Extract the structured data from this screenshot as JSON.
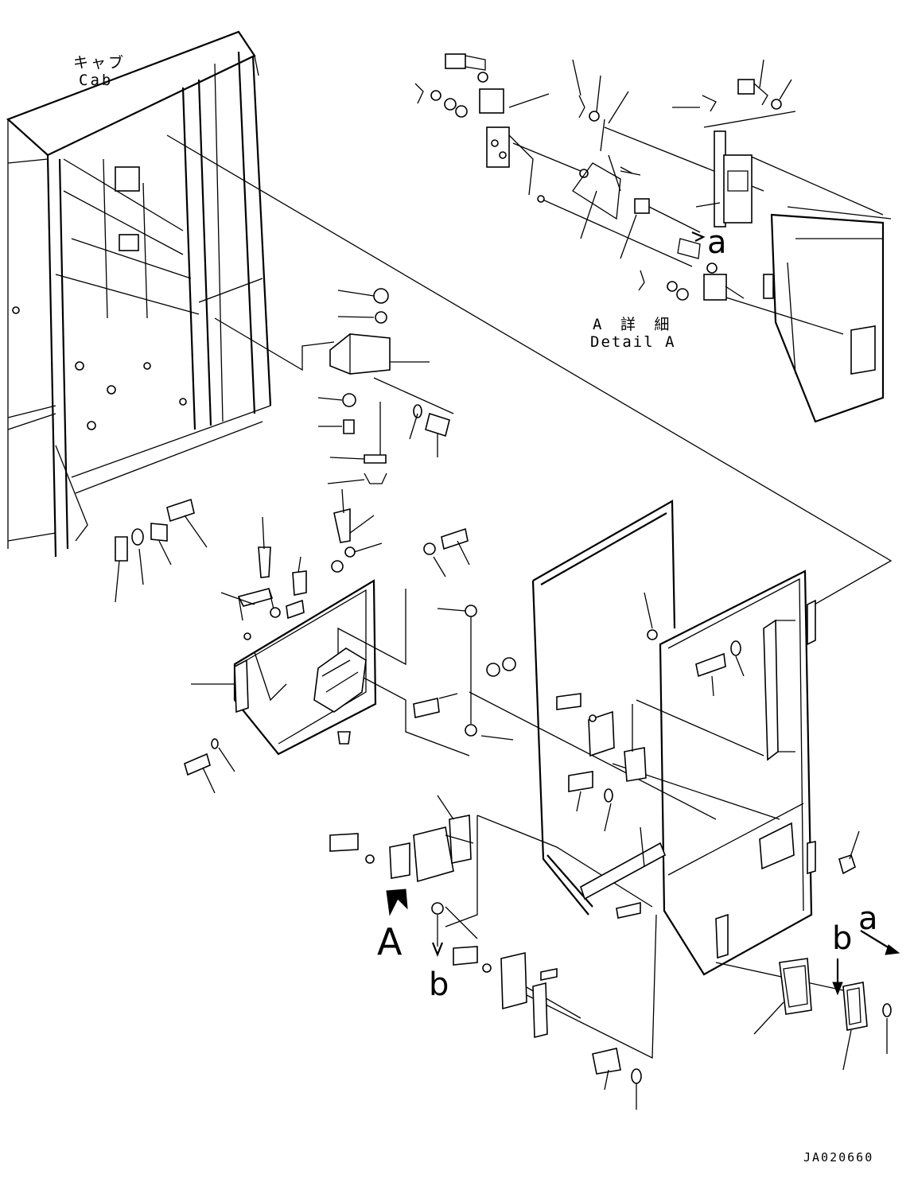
{
  "labels": {
    "cab_jp": "キャブ",
    "cab_en": "Cab",
    "detail_jp": "A 詳 細",
    "detail_en": "Detail A",
    "view_arrow": "A",
    "ref_a": "a",
    "ref_b": "b",
    "drawing_code": "JA020660"
  }
}
